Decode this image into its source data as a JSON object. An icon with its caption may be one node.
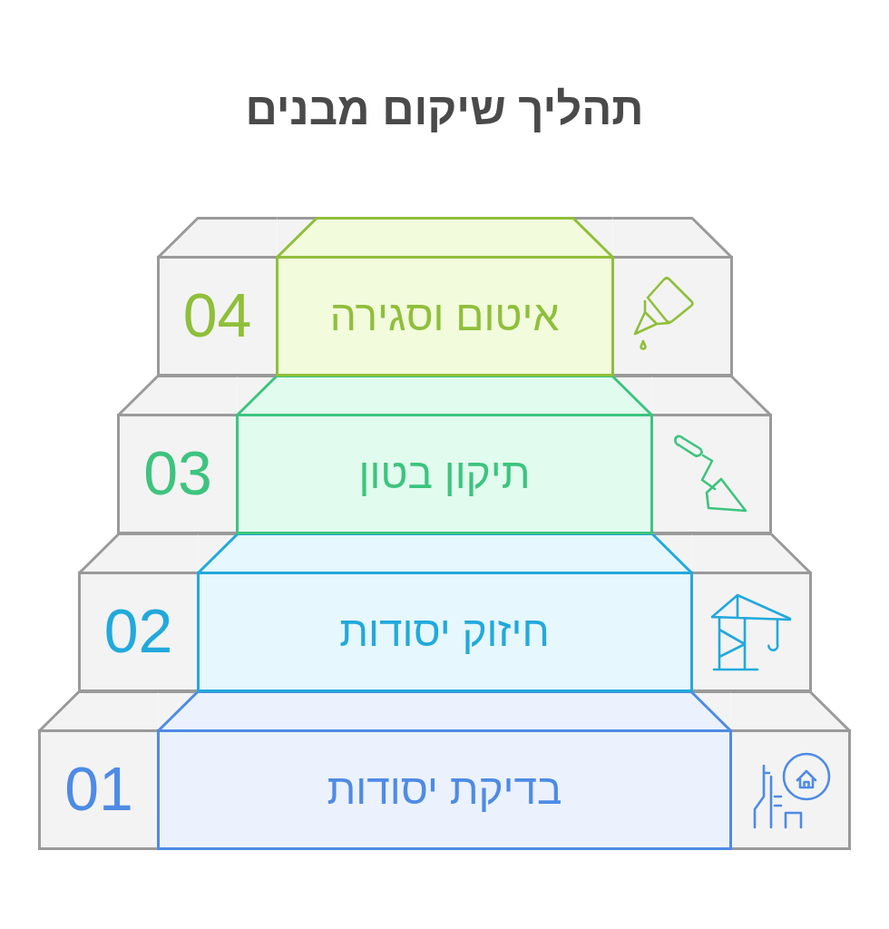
{
  "diagram": {
    "title": "תהליך שיקום מבנים",
    "nodes": [
      {
        "text": [
          "איטום וסגירה"
        ]
      },
      {
        "text": [
          "04"
        ]
      },
      {
        "text": [],
        "shape": "box"
      },
      {
        "text": [
          "תיקון בטון"
        ]
      },
      {
        "text": [
          "03"
        ]
      },
      {
        "text": [],
        "shape": "box"
      },
      {
        "text": [
          "חיזוק יסודות"
        ]
      },
      {
        "text": [
          "02"
        ]
      },
      {
        "text": [],
        "shape": "box"
      },
      {
        "text": [
          "בדיקת יסודות"
        ]
      },
      {
        "text": [
          "01"
        ]
      },
      {
        "text": [],
        "shape": "box"
      }
    ]
  }
}
